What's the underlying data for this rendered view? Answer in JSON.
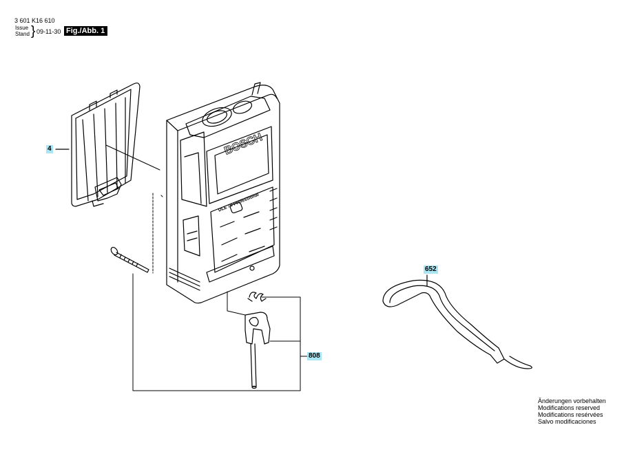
{
  "header": {
    "part_number": "3 601 K16 610",
    "issue_label": "Issue",
    "stand_label": "Stand",
    "date": "09-11-30",
    "figure_label": "Fig./Abb. 1"
  },
  "device": {
    "brand": "BOSCH",
    "model": "DLE 70 Professional"
  },
  "callouts": {
    "battery_cover": "4",
    "wrist_strap": "652",
    "bracket_set": "808"
  },
  "notice": [
    "Änderungen vorbehalten",
    "Modifications reserved",
    "Modifications resérvées",
    "Salvo modificaciones"
  ],
  "colors": {
    "callout_bg": "#a9e5f2",
    "line": "#000000",
    "figure_label_bg": "#000000"
  }
}
